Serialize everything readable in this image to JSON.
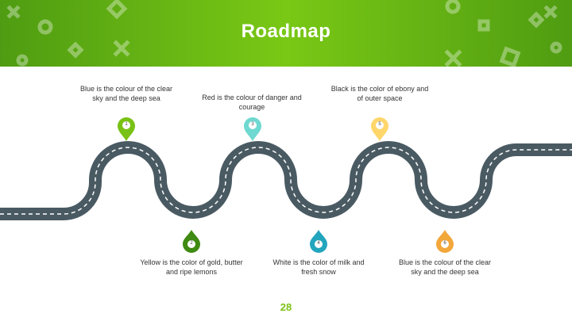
{
  "slide": {
    "title": "Roadmap",
    "page_number": "28"
  },
  "milestones": [
    {
      "number": "1",
      "text": "Blue is the colour of the clear sky and the deep sea",
      "color": "#79c215"
    },
    {
      "number": "2",
      "text": "Yellow is the color of gold, butter and ripe lemons",
      "color": "#3f8a12"
    },
    {
      "number": "3",
      "text": "Red is the colour of danger and courage",
      "color": "#6fd8d0"
    },
    {
      "number": "4",
      "text": "White is the color of milk and fresh snow",
      "color": "#23a5bd"
    },
    {
      "number": "5",
      "text": "Black is the color of ebony and of outer space",
      "color": "#ffd66b"
    },
    {
      "number": "6",
      "text": "Blue is the colour of the clear sky and the deep sea",
      "color": "#f2a73b"
    }
  ],
  "colors": {
    "header": "#6cbd15",
    "road": "#4a5a63",
    "road_dash": "#ffffff",
    "accent": "#7bc215"
  }
}
